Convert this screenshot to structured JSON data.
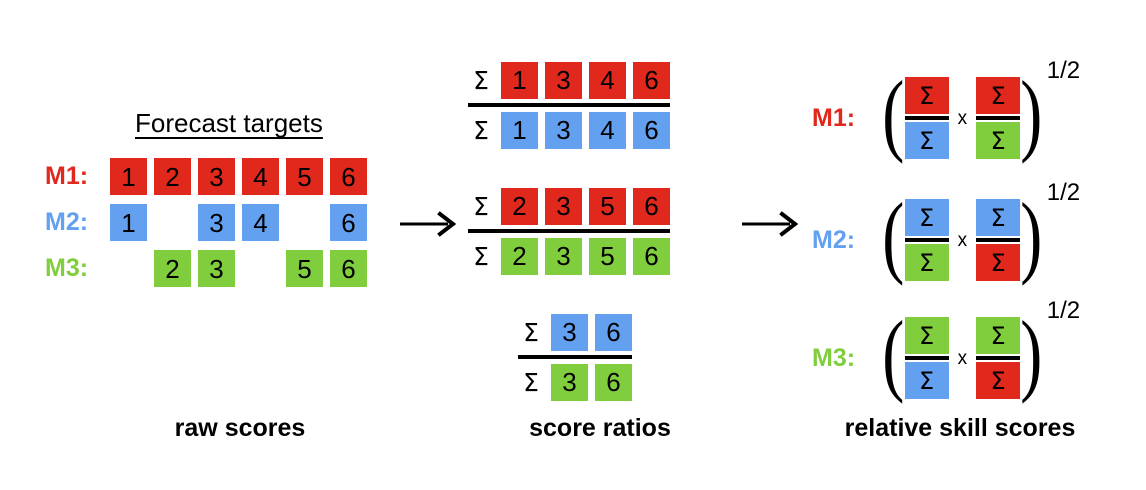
{
  "colors": {
    "red": "#e0281c",
    "blue": "#63a0f0",
    "green": "#80ce3d",
    "black": "#000000",
    "background": "#ffffff"
  },
  "raw_scores": {
    "title": "Forecast targets",
    "rows": [
      {
        "label": "M1:",
        "color": "red",
        "cells": [
          "1",
          "2",
          "3",
          "4",
          "5",
          "6"
        ]
      },
      {
        "label": "M2:",
        "color": "blue",
        "cells": [
          "1",
          "",
          "3",
          "4",
          "",
          "6"
        ]
      },
      {
        "label": "M3:",
        "color": "green",
        "cells": [
          "",
          "2",
          "3",
          "",
          "5",
          "6"
        ]
      }
    ]
  },
  "arrows": [
    {
      "name": "arrow-raw-to-ratios",
      "glyph": "→"
    },
    {
      "name": "arrow-ratios-to-skill",
      "glyph": "→"
    }
  ],
  "score_ratios": {
    "sigma": "Σ",
    "fractions": [
      {
        "numerator": {
          "color": "red",
          "cells": [
            "1",
            "3",
            "4",
            "6"
          ]
        },
        "denominator": {
          "color": "blue",
          "cells": [
            "1",
            "3",
            "4",
            "6"
          ]
        }
      },
      {
        "numerator": {
          "color": "red",
          "cells": [
            "2",
            "3",
            "5",
            "6"
          ]
        },
        "denominator": {
          "color": "green",
          "cells": [
            "2",
            "3",
            "5",
            "6"
          ]
        }
      },
      {
        "numerator": {
          "color": "blue",
          "cells": [
            "3",
            "6"
          ]
        },
        "denominator": {
          "color": "green",
          "cells": [
            "3",
            "6"
          ]
        }
      }
    ]
  },
  "relative_skill": {
    "sigma": "Σ",
    "times": "x",
    "exponent": "1/2",
    "paren_left": "(",
    "paren_right": ")",
    "rows": [
      {
        "label": "M1:",
        "color": "red",
        "first": {
          "numerator": "red",
          "denominator": "blue"
        },
        "second": {
          "numerator": "red",
          "denominator": "green"
        }
      },
      {
        "label": "M2:",
        "color": "blue",
        "first": {
          "numerator": "blue",
          "denominator": "green"
        },
        "second": {
          "numerator": "blue",
          "denominator": "red"
        }
      },
      {
        "label": "M3:",
        "color": "green",
        "first": {
          "numerator": "green",
          "denominator": "blue"
        },
        "second": {
          "numerator": "green",
          "denominator": "red"
        }
      }
    ]
  },
  "captions": [
    "raw scores",
    "score ratios",
    "relative skill scores"
  ]
}
